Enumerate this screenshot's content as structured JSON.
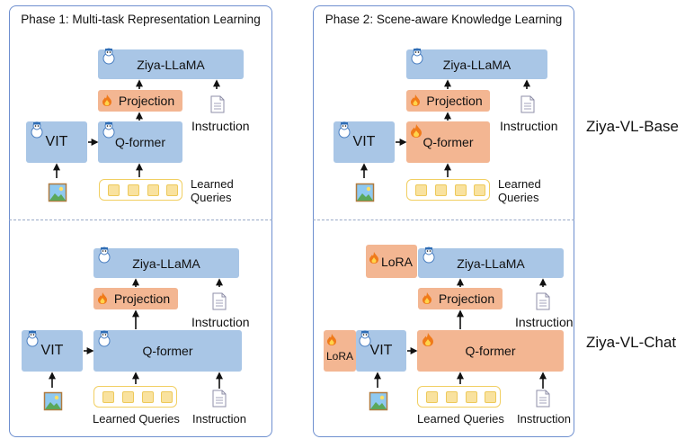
{
  "panels": {
    "left": {
      "title": "Phase 1: Multi-task Representation Learning"
    },
    "right": {
      "title": "Phase 2: Scene-aware Knowledge Learning"
    }
  },
  "rows": {
    "base": {
      "label": "Ziya-VL-Base"
    },
    "chat": {
      "label": "Ziya-VL-Chat"
    }
  },
  "blocks": {
    "llm": "Ziya-LLaMA",
    "projection": "Projection",
    "qformer": "Q-former",
    "vit": "VIT",
    "lora": "LoRA",
    "instruction": "Instruction",
    "queries_line1": "Learned",
    "queries_line2": "Queries",
    "queries_full": "Learned Queries"
  },
  "colors": {
    "frozen": "#a9c6e6",
    "trainable": "#f3b692",
    "panel_border": "#6e8fcf",
    "queries_border": "#f1cf62"
  },
  "icons": [
    "snowflake-mascot-icon",
    "fire-icon",
    "document-icon",
    "image-icon"
  ]
}
